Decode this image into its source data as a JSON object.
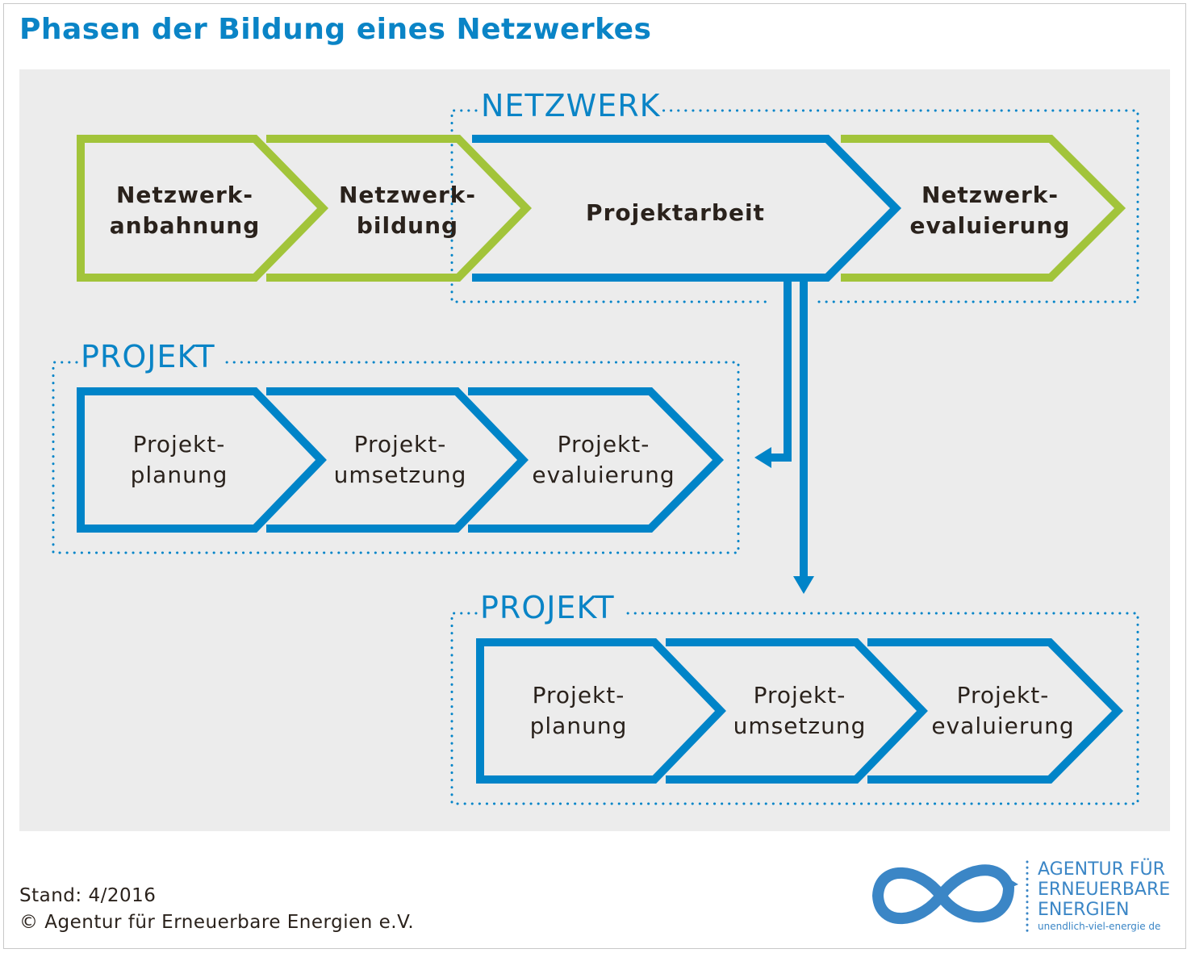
{
  "title": "Phasen der Bildung eines Netzwerkes",
  "colors": {
    "blue": "#0084c8",
    "green": "#a2c43a",
    "panel": "#ececec"
  },
  "network": {
    "label": "NETZWERK",
    "phases": [
      {
        "line1": "Netzwerk-",
        "line2": "anbahnung"
      },
      {
        "line1": "Netzwerk-",
        "line2": "bildung"
      },
      {
        "line1": "Projektarbeit"
      },
      {
        "line1": "Netzwerk-",
        "line2": "evaluierung"
      }
    ]
  },
  "projects": [
    {
      "label": "PROJEKT",
      "phases": [
        {
          "line1": "Projekt-",
          "line2": "planung"
        },
        {
          "line1": "Projekt-",
          "line2": "umsetzung"
        },
        {
          "line1": "Projekt-",
          "line2": "evaluierung"
        }
      ]
    },
    {
      "label": "PROJEKT",
      "phases": [
        {
          "line1": "Projekt-",
          "line2": "planung"
        },
        {
          "line1": "Projekt-",
          "line2": "umsetzung"
        },
        {
          "line1": "Projekt-",
          "line2": "evaluierung"
        }
      ]
    }
  ],
  "footer": {
    "stand": "Stand: 4/2016",
    "copyright": "© Agentur für Erneuerbare Energien e.V."
  },
  "logo": {
    "line1": "AGENTUR FÜR",
    "line2": "ERNEUERBARE",
    "line3": "ENERGIEN",
    "url": "unendlich-viel-energie de"
  }
}
